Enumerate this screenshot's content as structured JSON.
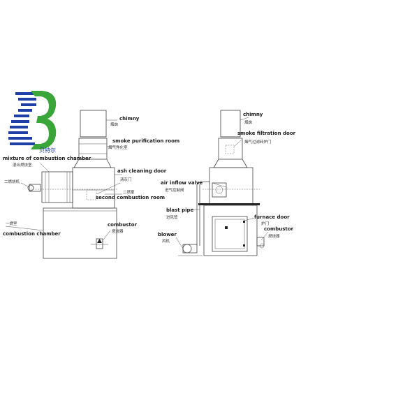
{
  "logo": {
    "text_cn": "贝特尔",
    "color_blue": "#1f3fa8",
    "color_green": "#3aa63a"
  },
  "left_view": {
    "chimny": "chimny",
    "chimny_cn": "烟囱",
    "smoke_purification_room": "smoke purification room",
    "smoke_purification_room_cn": "烟气净化室",
    "mixture_of_combustion_chamber": "mixture of combustion chamber",
    "mixture_cn": "混合燃烧室",
    "second_burner_cn": "二燃烧机",
    "ash_cleaning_door": "ash cleaning door",
    "ash_cleaning_door_cn": "清灰门",
    "second_chamber_cn": "二燃室",
    "second_combustion_room": "second combustion room",
    "first_chamber_cn": "一燃室",
    "combustion_chamber": "combustion chamber",
    "combustor": "combustor",
    "combustor_cn": "燃烧器"
  },
  "right_view": {
    "chimny": "chimny",
    "chimny_cn": "烟囱",
    "smoke_filtration_door": "smoke filtration door",
    "smoke_filtration_door_cn": "烟气过滤砖炉门",
    "air_inflow_valve": "air inflow valve",
    "air_inflow_valve_cn": "进气控制阀",
    "blast_pipe": "blast pipe",
    "blast_pipe_cn": "进风管",
    "furnace_door": "furnace door",
    "furnace_door_cn": "炉门",
    "combustor": "combustor",
    "combustor_cn": "燃烧器",
    "blower": "blower",
    "blower_cn": "风机"
  }
}
